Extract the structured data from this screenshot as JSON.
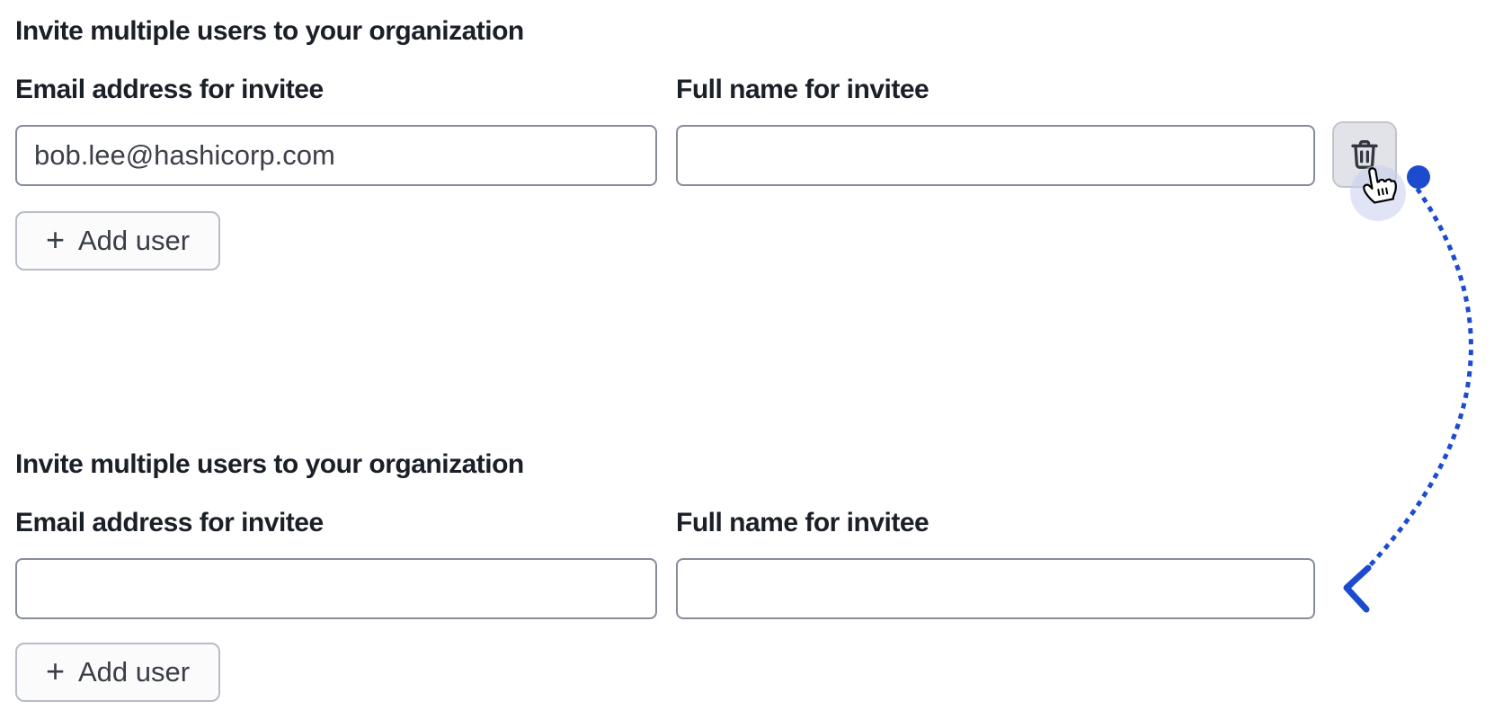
{
  "colors": {
    "accent_blue": "#1c4bce"
  },
  "form_top": {
    "heading": "Invite multiple users to your organization",
    "email_label": "Email address for invitee",
    "name_label": "Full name for invitee",
    "email_value": "bob.lee@hashicorp.com",
    "name_value": "",
    "add_user": {
      "icon": "+",
      "label": "Add user"
    }
  },
  "form_bottom": {
    "heading": "Invite multiple users to your organization",
    "email_label": "Email address for invitee",
    "name_label": "Full name for invitee",
    "email_value": "",
    "name_value": "",
    "add_user": {
      "icon": "+",
      "label": "Add user"
    }
  }
}
